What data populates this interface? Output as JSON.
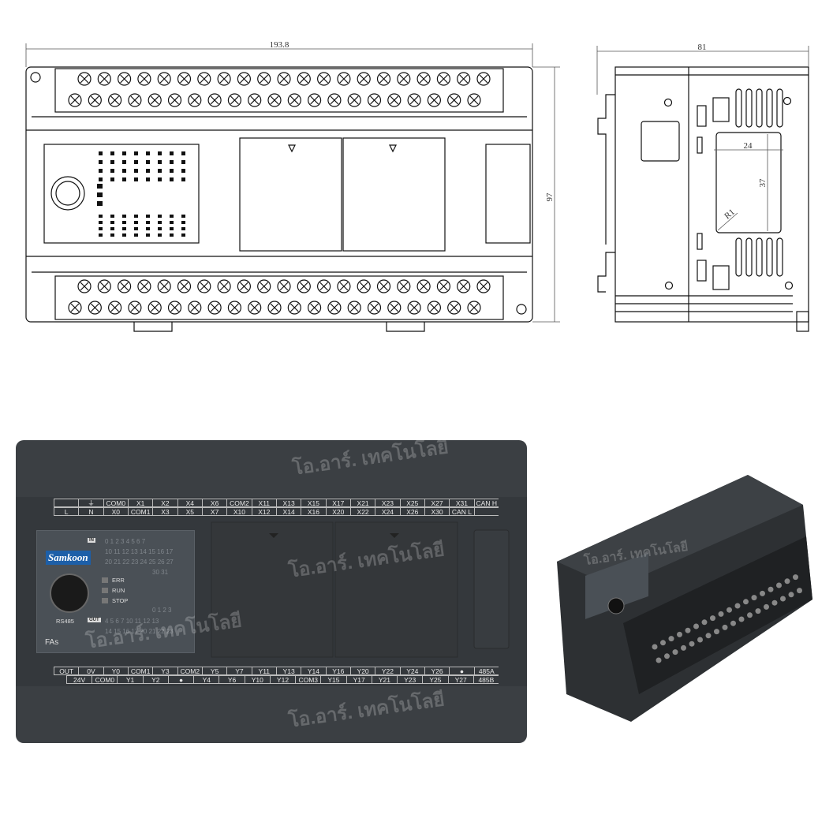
{
  "drawing": {
    "front_width_dim": "193.8",
    "front_height_dim": "97",
    "side_width_dim": "81",
    "cutout_width_dim": "24",
    "cutout_height_dim": "37",
    "corner_radius_dim": "R1"
  },
  "device": {
    "brand": "Samkoon",
    "model": "FAs",
    "port_label": "RS485",
    "in_tag": "IN",
    "out_tag": "OUT",
    "leds": [
      "ERR",
      "RUN",
      "STOP"
    ],
    "in_numbers": [
      "0 1 2 3 4 5 6 7",
      "10 11 12 13 14 15 16 17",
      "20 21 22 23 24 25 26 27",
      "30 31"
    ],
    "out_numbers": [
      "0 1 2 3",
      "4 5 6 7 10 11 12 13",
      "14 15 16 17 20 21 22 23"
    ],
    "input_terminals_top": [
      "",
      "⏚",
      "COM0",
      "X1",
      "X2",
      "X4",
      "X6",
      "COM2",
      "X11",
      "X13",
      "X15",
      "X17",
      "X21",
      "X23",
      "X25",
      "X27",
      "X31",
      "CAN H"
    ],
    "input_terminals_bottom": [
      "L",
      "N",
      "X0",
      "COM1",
      "X3",
      "X5",
      "X7",
      "X10",
      "X12",
      "X14",
      "X16",
      "X20",
      "X22",
      "X24",
      "X26",
      "X30",
      "CAN L",
      ""
    ],
    "output_terminals_top": [
      "OUT",
      "0V",
      "Y0",
      "COM1",
      "Y3",
      "COM2",
      "Y5",
      "Y7",
      "Y11",
      "Y13",
      "Y14",
      "Y16",
      "Y20",
      "Y22",
      "Y24",
      "Y26",
      "●",
      "485A"
    ],
    "output_terminals_bottom": [
      "24V",
      "COM0",
      "Y1",
      "Y2",
      "●",
      "Y4",
      "Y6",
      "Y10",
      "Y12",
      "COM3",
      "Y15",
      "Y17",
      "Y21",
      "Y23",
      "Y25",
      "Y27",
      "485B"
    ],
    "body_color": "#3b3f43"
  },
  "watermark": "โอ.อาร์. เทคโนโลยี"
}
